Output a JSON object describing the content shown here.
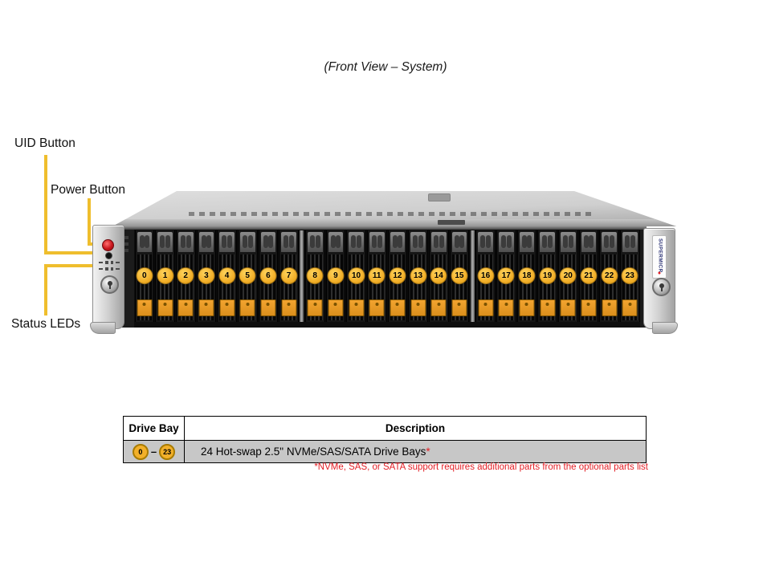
{
  "title": "(Front View – System)",
  "callouts": {
    "uid": "UID Button",
    "power": "Power Button",
    "status": "Status LEDs"
  },
  "server": {
    "brand_letters": "SUPERMICR",
    "brand_mark": "●",
    "bays": [
      "0",
      "1",
      "2",
      "3",
      "4",
      "5",
      "6",
      "7",
      "8",
      "9",
      "10",
      "11",
      "12",
      "13",
      "14",
      "15",
      "16",
      "17",
      "18",
      "19",
      "20",
      "21",
      "22",
      "23"
    ],
    "group_breaks_after": [
      7,
      15
    ]
  },
  "table": {
    "headers": [
      "Drive Bay",
      "Description"
    ],
    "row": {
      "bay_start": "0",
      "bay_dash": "–",
      "bay_end": "23",
      "description": "24 Hot-swap 2.5\" NVMe/SAS/SATA Drive Bays",
      "asterisk": "*"
    }
  },
  "footnote": "*NVMe, SAS, or SATA support requires additional parts from the optional parts list",
  "colors": {
    "callout_yellow": "#EFBE2D",
    "badge_yellow": "#F2B02A",
    "badge_ring": "#A87B00",
    "latch_orange": "#F2A430",
    "red": "#E31E25",
    "brand_blue": "#2E3577",
    "power_red": "#C8151C"
  }
}
